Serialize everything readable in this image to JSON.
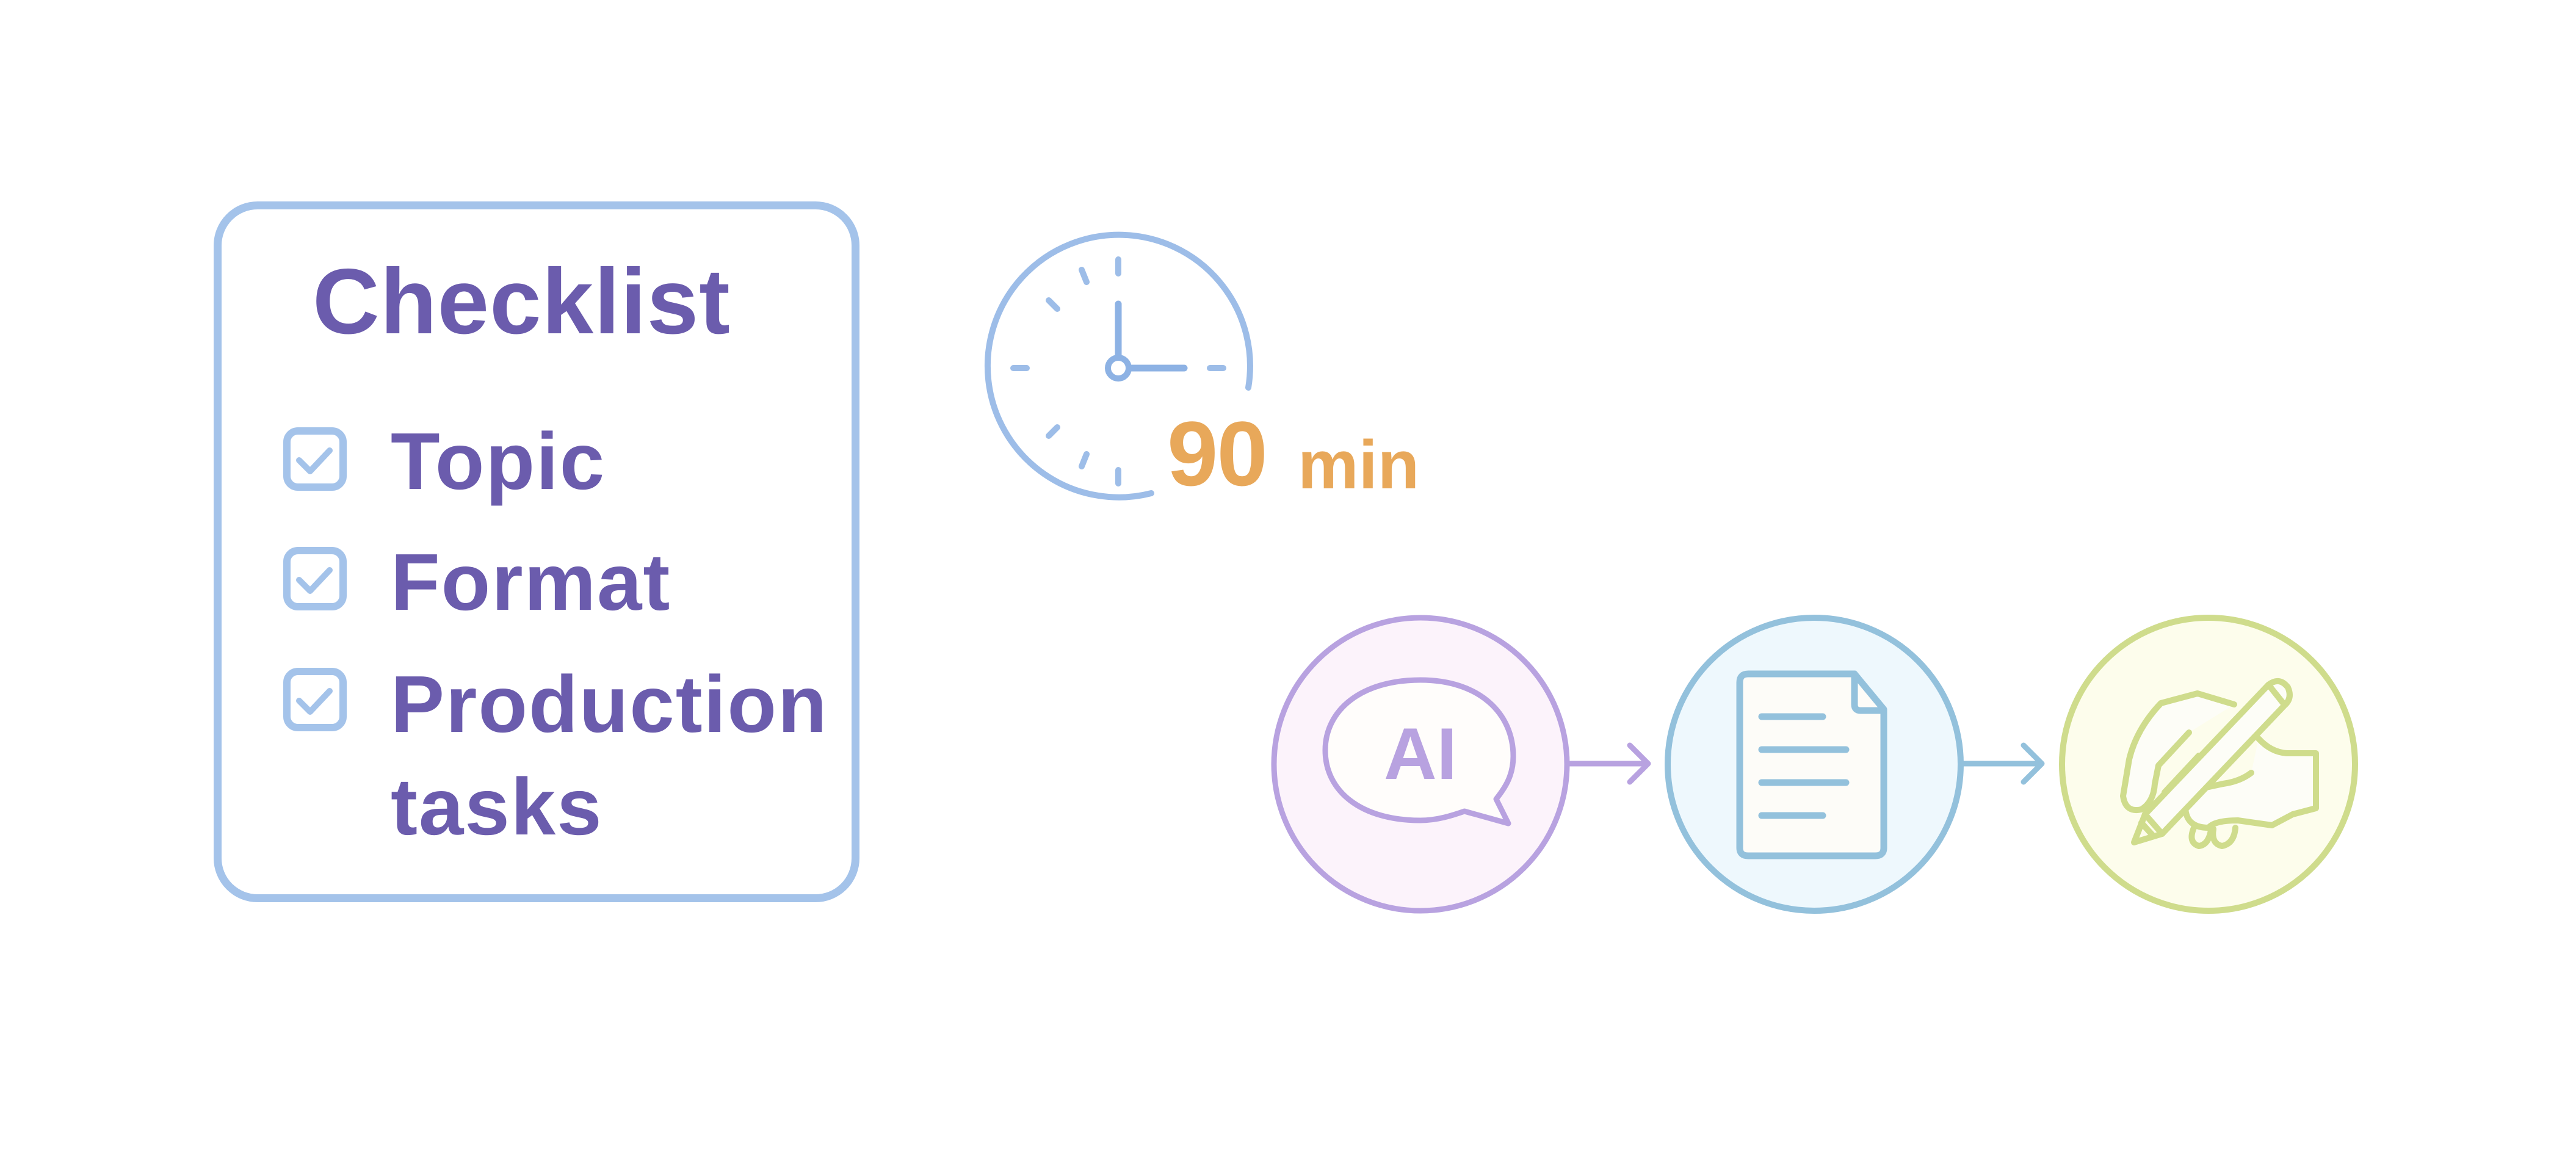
{
  "checklist": {
    "title": "Checklist",
    "items": [
      {
        "label": "Topic",
        "checked": true
      },
      {
        "label": "Format",
        "checked": true
      },
      {
        "label": "Production",
        "label_line2": "tasks",
        "checked": true
      }
    ],
    "colors": {
      "border": "#a4c3ea",
      "text": "#6b5cad",
      "checkbox": "#a4c3ea"
    }
  },
  "timer": {
    "icon": "clock-icon",
    "value": "90",
    "unit": "min",
    "colors": {
      "clock": "#9dbde8",
      "text": "#e8a85a"
    }
  },
  "flow": {
    "steps": [
      {
        "icon": "ai-chat-bubble-icon",
        "icon_text": "AI",
        "stroke": "#b8a2e0",
        "fill": "#fcf3fb"
      },
      {
        "icon": "document-icon",
        "stroke": "#93c1dc",
        "fill": "#eef8fd"
      },
      {
        "icon": "hand-writing-pencil-icon",
        "stroke": "#cfdc8c",
        "fill": "#fdfdec"
      }
    ],
    "arrows": [
      {
        "icon": "arrow-right-icon",
        "color": "#b8a2e0"
      },
      {
        "icon": "arrow-right-icon",
        "color": "#93c1dc"
      }
    ]
  }
}
